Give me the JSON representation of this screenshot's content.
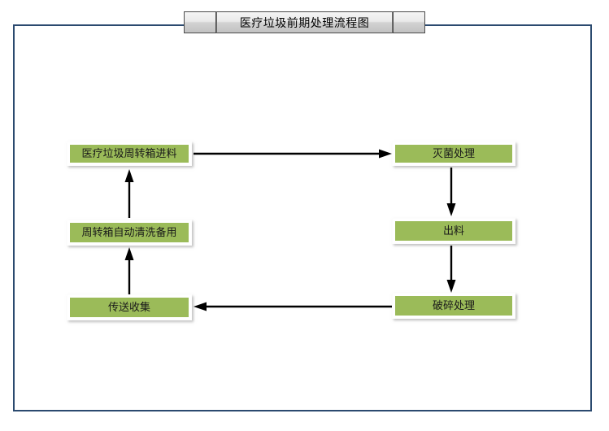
{
  "document": {
    "title_bar": {
      "title": "医疗垃圾前期处理流程图",
      "left_tab_label": "",
      "right_tab_label": ""
    },
    "frame": {
      "border_color": "#2b4a6f",
      "background_color": "#ffffff"
    }
  },
  "diagram": {
    "type": "flowchart",
    "node_fill_color": "#9bbb59",
    "node_text_color": "#1a1a1a",
    "arrow_color": "#000000",
    "nodes": [
      {
        "id": "feed",
        "label": "医疗垃圾周转箱进料",
        "column": "left",
        "row": 1
      },
      {
        "id": "steril",
        "label": "灭菌处理",
        "column": "right",
        "row": 1
      },
      {
        "id": "out",
        "label": "出料",
        "column": "right",
        "row": 2
      },
      {
        "id": "crush",
        "label": "破碎处理",
        "column": "right",
        "row": 3
      },
      {
        "id": "collect",
        "label": "传送收集",
        "column": "left",
        "row": 3
      },
      {
        "id": "wash",
        "label": "周转箱自动清洗备用",
        "column": "left",
        "row": 2
      }
    ],
    "edges": [
      {
        "from": "feed",
        "to": "steril",
        "direction": "right"
      },
      {
        "from": "steril",
        "to": "out",
        "direction": "down"
      },
      {
        "from": "out",
        "to": "crush",
        "direction": "down"
      },
      {
        "from": "crush",
        "to": "collect",
        "direction": "left"
      },
      {
        "from": "collect",
        "to": "wash",
        "direction": "up"
      },
      {
        "from": "wash",
        "to": "feed",
        "direction": "up"
      }
    ]
  }
}
